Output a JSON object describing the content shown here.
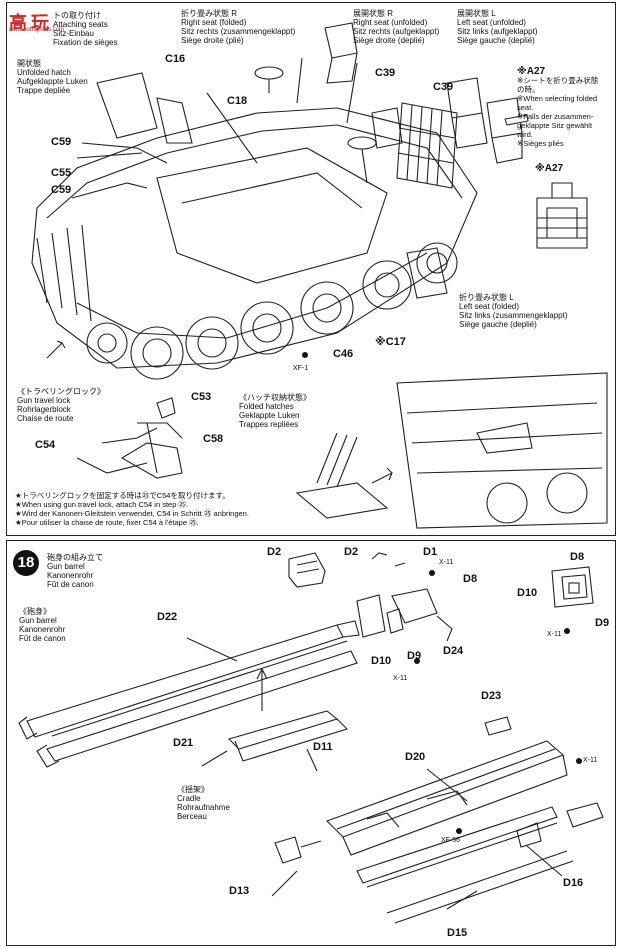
{
  "watermark": {
    "site": "www.hobbyfans.com",
    "chars": [
      "高",
      "玩"
    ]
  },
  "step17": {
    "title": [
      "トの取り付け",
      "Attaching seats",
      "Sitz-Einbau",
      "Fixation de sièges"
    ],
    "hatch_unfolded": [
      "開状態",
      "Unfolded hatch",
      "Aufgeklappte Luken",
      "Trappe depliée"
    ],
    "right_seat_folded": [
      "折り畳み状態 R",
      "Right seat (folded)",
      "Sitz rechts (zusammengeklappt)",
      "Siège droite (plié)"
    ],
    "right_seat_unfolded": [
      "展開状態 R",
      "Right seat (unfolded)",
      "Sitz rechts (aufgeklappt)",
      "Siège droite (deplié)"
    ],
    "left_seat_unfolded": [
      "展開状態 L",
      "Left seat (unfolded)",
      "Sitz links (aufgeklappt)",
      "Siège gauche (deplié)"
    ],
    "note_a27": [
      "※A27",
      "※シートを折り畳み状態",
      "の時。",
      "※When selecting folded",
      "seat.",
      "※Falls der zusammen-",
      "geklappte Sitz gewählt",
      "wird.",
      "※Sièges pliés"
    ],
    "a27_label": "※A27",
    "left_seat_folded": [
      "折り畳み状態 L",
      "Left seat (folded)",
      "Sitz links (zusammengeklappt)",
      "Siège gauche (deplié)"
    ],
    "parts": {
      "c16": "C16",
      "c18": "C18",
      "c39a": "C39",
      "c39b": "C39",
      "c59a": "C59",
      "c55": "C55",
      "c59b": "C59",
      "c46": "C46",
      "c17": "※C17",
      "xf1": "XF-1"
    },
    "travel_lock": [
      "《トラベリングロック》",
      "Gun travel lock",
      "Rohrlagerblock",
      "Chaise de route"
    ],
    "lock_parts": {
      "c53": "C53",
      "c54": "C54",
      "c58": "C58"
    },
    "folded_hatches": [
      "《ハッチ収納状態》",
      "Folded hatches",
      "Geklappte Luken",
      "Trappes repliées"
    ],
    "footnotes": [
      "★トラベリングロックを固定する時は㉕でC54を取り付けます。",
      "★When using gun travel lock, attach C54 in step ㉕.",
      "★Wird der Kanonen-Gleitstein verwendet, C54 in Schritt ㉕ anbringen.",
      "★Pour utiliser la chaise de route, fixer C54 à l'étape ㉕."
    ]
  },
  "step18": {
    "number": "18",
    "title": [
      "砲身の組み立て",
      "Gun barrel",
      "Kanonenrohr",
      "Fût de canon"
    ],
    "barrel_section": [
      "《砲身》",
      "Gun barrel",
      "Kanonenrohr",
      "Fût de canon"
    ],
    "cradle_section": [
      "《揺架》",
      "Cradle",
      "Rohraufnahme",
      "Berceau"
    ],
    "parts": {
      "d2a": "D2",
      "d2b": "D2",
      "d1": "D1",
      "x11a": "X-11",
      "d8a": "D8",
      "d10a": "D10",
      "d9a": "D9",
      "x11b": "X-11",
      "d24": "D24",
      "d8b": "D8",
      "d10b": "D10",
      "d9b": "D9",
      "x11c": "X-11",
      "d22": "D22",
      "d21": "D21",
      "d11": "D11",
      "d23": "D23",
      "d20": "D20",
      "x11d": "X-11",
      "xf56": "XF-56",
      "d13": "D13",
      "d16": "D16",
      "d15": "D15"
    }
  }
}
